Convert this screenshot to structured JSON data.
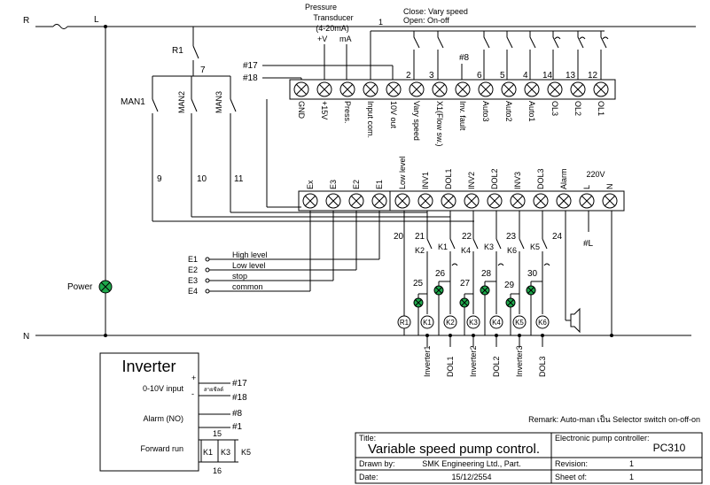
{
  "rails": {
    "r": "R",
    "l": "L",
    "n": "N"
  },
  "r1": "R1",
  "pressure": {
    "line1": "Pressure",
    "line2": "Transducer",
    "line3": "(4-20mA)",
    "plus_v": "+V",
    "ma": "mA"
  },
  "mode_note": {
    "close": "Close: Vary speed",
    "open": "Open: On-off"
  },
  "man_switches": [
    "MAN1",
    "MAN2",
    "MAN3"
  ],
  "tags": {
    "t17": "#17",
    "t18": "#18",
    "t8": "#8",
    "tL": "#L",
    "t1": "1",
    "t7": "7"
  },
  "top_terminals": [
    "GND",
    "+15V",
    "Press.",
    "Input com.",
    "10V out",
    "Vary speed",
    "X1(Flow sw.)",
    "Inv. fault",
    "Auto3",
    "Auto2",
    "Auto1",
    "OL3",
    "OL2",
    "OL1"
  ],
  "top_numbers": [
    "2",
    "3",
    "6",
    "5",
    "4",
    "14",
    "13",
    "12"
  ],
  "bottom_terminals": [
    "Ex",
    "E3",
    "E2",
    "E1",
    "Low level",
    "INV1",
    "DOL1",
    "INV2",
    "DOL2",
    "INV3",
    "DOL3",
    "Alarm",
    "L",
    "N"
  ],
  "supply_label": "220V",
  "wire_numbers": [
    "9",
    "10",
    "11",
    "20",
    "21",
    "22",
    "23",
    "24",
    "25",
    "26",
    "27",
    "28",
    "29",
    "30"
  ],
  "contacts": [
    "K2",
    "K1",
    "K4",
    "K3",
    "K6",
    "K5"
  ],
  "coils": [
    "R1",
    "K1",
    "K2",
    "K3",
    "K4",
    "K5",
    "K6"
  ],
  "loads": [
    "Inverter1",
    "DOL1",
    "Inverter2",
    "DOL2",
    "Inverter3",
    "DOL3"
  ],
  "electrodes": [
    {
      "tag": "E1",
      "label": "High level"
    },
    {
      "tag": "E2",
      "label": "Low level"
    },
    {
      "tag": "E3",
      "label": "stop"
    },
    {
      "tag": "E4",
      "label": "common"
    }
  ],
  "power_label": "Power",
  "inverter": {
    "title": "Inverter",
    "input_label": "0-10V input",
    "plus": "+",
    "minus": "-",
    "shield": "สายชีลด์",
    "alarm_label": "Alarm (NO)",
    "forward_label": "Forward run",
    "tags": [
      "#17",
      "#18",
      "#8",
      "#1"
    ],
    "k_contacts": [
      "K1",
      "K3",
      "K5"
    ],
    "wire_top": "15",
    "wire_bottom": "16"
  },
  "remark": "Remark: Auto-man เป็น Selector switch on-off-on",
  "title_block": {
    "title_label": "Title:",
    "title": "Variable speed pump control.",
    "controller_label": "Electronic pump controller:",
    "controller": "PC310",
    "drawn_label": "Drawn by:",
    "drawn": "SMK Engineering Ltd., Part.",
    "revision_label": "Revision:",
    "revision": "1",
    "date_label": "Date:",
    "date": "15/12/2554",
    "sheet_label": "Sheet of:",
    "sheet": "1"
  }
}
